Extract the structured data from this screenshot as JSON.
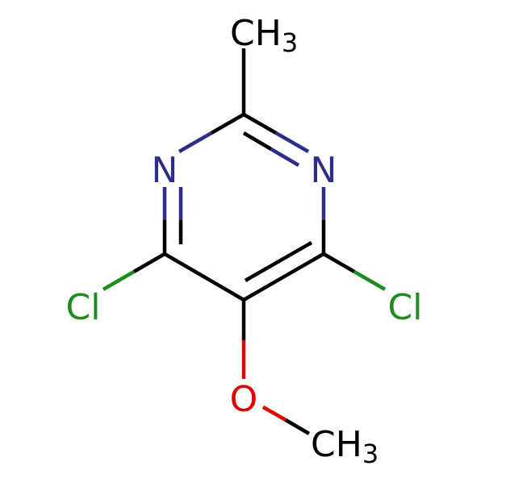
{
  "colors": {
    "carbon": "#000000",
    "nitrogen": "#2d2d8a",
    "oxygen": "#e00000",
    "chlorine": "#1e8c1e"
  },
  "labels": {
    "methyl_top": {
      "main": "CH",
      "sub": "3"
    },
    "nitrogen_left": "N",
    "nitrogen_right": "N",
    "chlorine_left": "Cl",
    "chlorine_right": "Cl",
    "oxygen": "O",
    "methyl_bottom": {
      "main": "CH",
      "sub": "3"
    }
  }
}
